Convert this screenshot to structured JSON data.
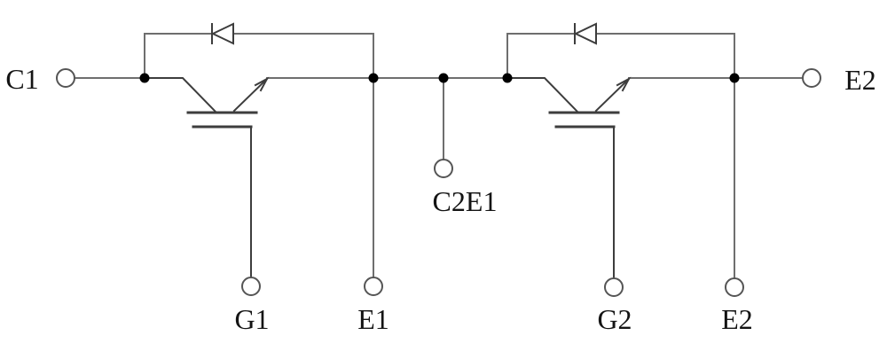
{
  "diagram": {
    "kind": "circuit-schematic",
    "subject": "dual IGBT module with anti-parallel freewheel diodes",
    "colors": {
      "background": "#ffffff",
      "wire": "#6e6e6e",
      "symbol": "#3d3d3d",
      "junction_dot": "#000000",
      "terminal_ring": "#555555",
      "text": "#141414"
    },
    "terminals": {
      "c1": {
        "label": "C1"
      },
      "g1": {
        "label": "G1"
      },
      "e1": {
        "label": "E1"
      },
      "c2e1": {
        "label": "C2E1"
      },
      "g2": {
        "label": "G2"
      },
      "e2_bottom": {
        "label": "E2"
      },
      "e2_right": {
        "label": "E2"
      }
    },
    "symbols": {
      "igbt1": "igbt-symbol-left",
      "igbt2": "igbt-symbol-right",
      "diode1": "freewheel-diode-left",
      "diode2": "freewheel-diode-right"
    }
  }
}
